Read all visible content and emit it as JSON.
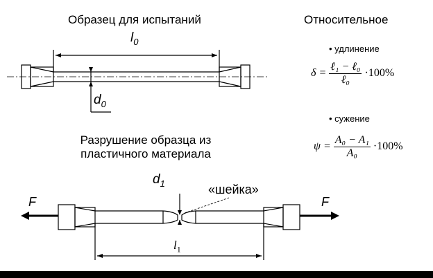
{
  "diagram": {
    "specimen_title": "Образец для испытаний",
    "label_l0": "l0",
    "label_l0_base": "l",
    "label_l0_sub": "0",
    "label_d0_base": "d",
    "label_d0_sub": "0",
    "fracture_title_line1": "Разрушение образца из",
    "fracture_title_line2": "пластичного материала",
    "label_d1_base": "d",
    "label_d1_sub": "1",
    "label_neck": "«шейка»",
    "label_l1_base": "l",
    "label_l1_sub": "1",
    "force_left": "F",
    "force_right": "F"
  },
  "formulas": {
    "heading": "Относительное",
    "elongation_bullet": "• удлинение",
    "elongation_lhs": "δ =",
    "elongation_num": "ℓ₁ − ℓ₀",
    "elongation_den": "ℓ₀",
    "elongation_tail": "·100%",
    "contraction_bullet": "• сужение",
    "contraction_lhs": "ψ =",
    "contraction_num": "A₀ − A₁",
    "contraction_den": "A₀",
    "contraction_tail": "·100%"
  }
}
